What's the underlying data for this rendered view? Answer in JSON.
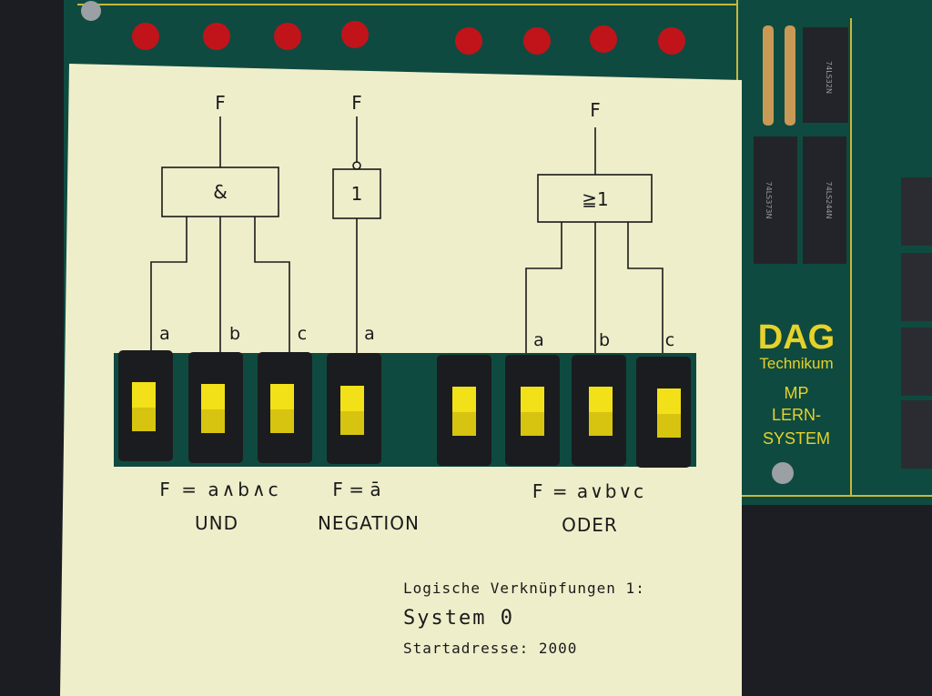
{
  "diagram": {
    "and_gate": {
      "output": "F",
      "symbol": "&",
      "inputs": [
        "a",
        "b",
        "c"
      ],
      "formula": "F = a∧b∧c",
      "name": "UND"
    },
    "not_gate": {
      "output": "F",
      "symbol": "1",
      "inputs": [
        "a"
      ],
      "formula": "F = ā",
      "name": "NEGATION"
    },
    "or_gate": {
      "output": "F",
      "symbol": "≧1",
      "inputs": [
        "a",
        "b",
        "c"
      ],
      "formula": "F = a∨b∨c",
      "name": "ODER"
    }
  },
  "caption": {
    "line1": "Logische Verknüpfungen 1:",
    "line2": "System 0",
    "line3": "Startadresse: 2000"
  },
  "board": {
    "logo": "DAG",
    "brand": "Technikum",
    "product": [
      "MP",
      "LERN-",
      "SYSTEM"
    ],
    "chips": [
      "74LS373N",
      "74LS244N",
      "74LS32N"
    ]
  },
  "colors": {
    "pcb": "#0f4a40",
    "paper": "#efeecb",
    "led": "#c0141a",
    "switch_knob": "#f2e018",
    "silkscreen": "#e6d22a"
  }
}
